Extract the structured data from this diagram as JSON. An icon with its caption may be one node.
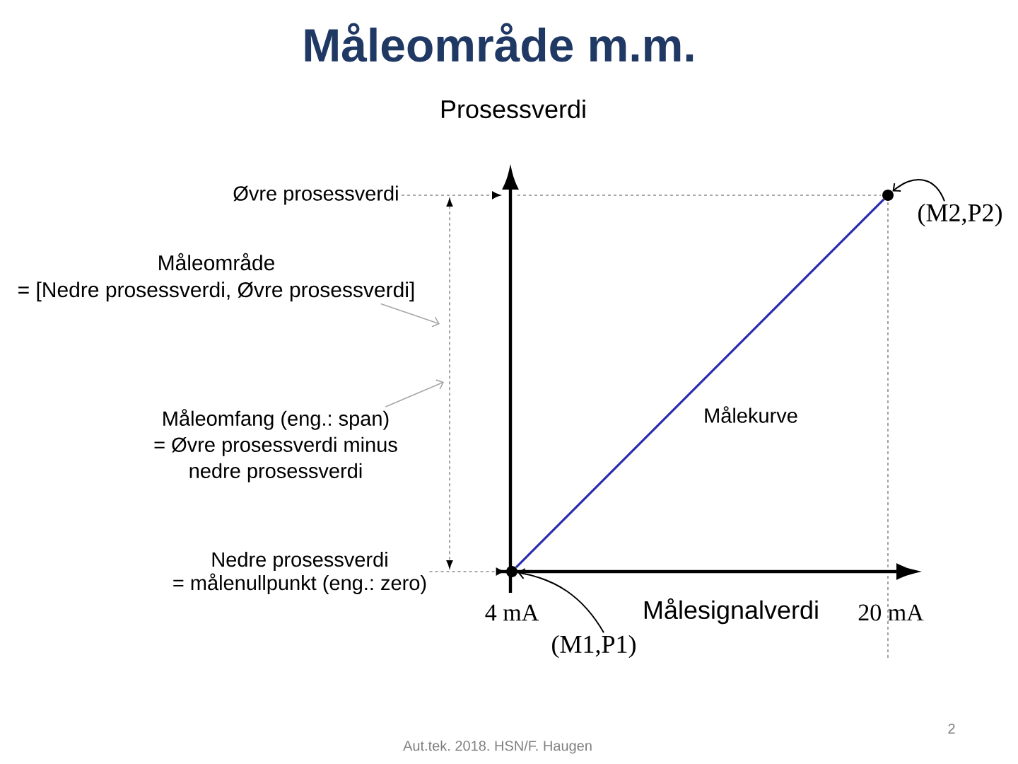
{
  "diagram": {
    "title": "Måleområde m.m.",
    "nodes": [
      {
        "text": [
          "Øvre prosessverdi"
        ]
      },
      {
        "text": [],
        "shape": "circle"
      },
      {
        "text": [
          "(M2,P2)"
        ]
      },
      {
        "text": [
          "Måleområde",
          "= [Nedre prosessverdi, Øvre prosessverdi]"
        ]
      },
      {
        "text": [
          "Måleomfang (eng.: span)",
          "= Øvre prosessverdi minus nedre prosessverdi"
        ]
      },
      {
        "text": [
          "Nedre prosessverdi",
          "= målenullpunkt (eng.: zero)"
        ]
      },
      {
        "text": [],
        "shape": "circle"
      },
      {
        "text": [
          "(M1,P1)"
        ]
      }
    ],
    "edges": [
      {
        "from": 0,
        "to": null,
        "arrow": "to",
        "style": "dashed",
        "color": "#8c8c8c"
      },
      {
        "from": 2,
        "to": 1,
        "arrow": "to",
        "color": "#000000"
      },
      {
        "from": 3,
        "to": null,
        "arrow": "to",
        "color": "#a6a6a6"
      },
      {
        "from": 4,
        "to": null,
        "arrow": "to",
        "color": "#a6a6a6"
      },
      {
        "from": 5,
        "to": 6,
        "arrow": "to",
        "style": "dashed",
        "color": "#8c8c8c"
      },
      {
        "from": 7,
        "to": 6,
        "arrow": "to",
        "color": "#000000"
      },
      {
        "from": 6,
        "to": 1,
        "arrow": "none",
        "label": "Målekurve",
        "color": "#2b2bb0"
      }
    ],
    "labels": [
      "Prosessverdi",
      "4 mA",
      "Målesignalverdi",
      "20 mA",
      "2",
      "Aut.tek. 2018. HSN/F. Haugen"
    ]
  }
}
